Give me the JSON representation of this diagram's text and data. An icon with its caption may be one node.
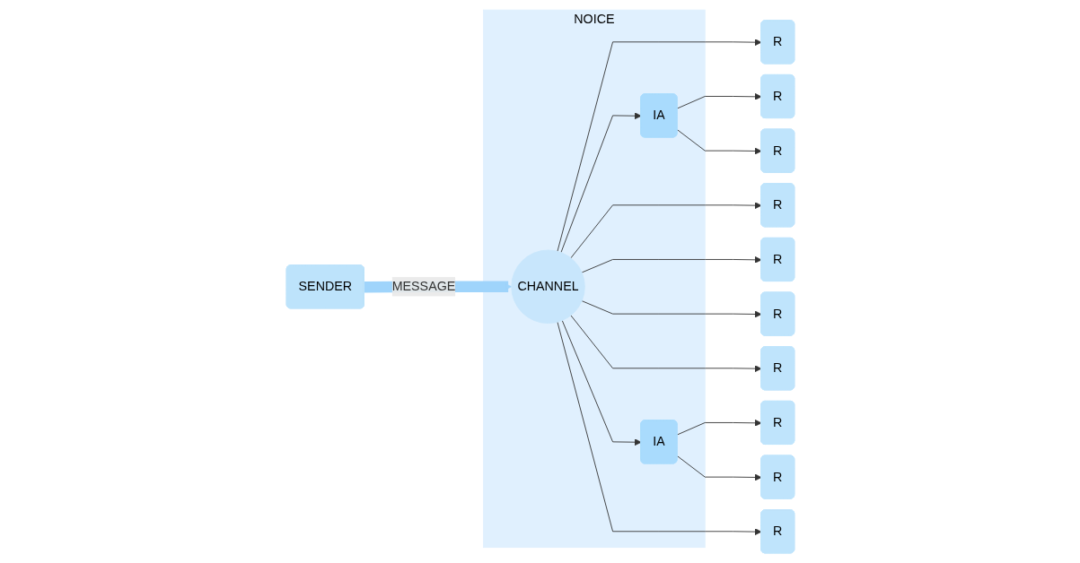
{
  "diagram": {
    "nodes": [
      {
        "text": [
          "SENDER"
        ]
      },
      {
        "text": [
          "NOICE"
        ]
      },
      {
        "text": [
          "CHANNEL"
        ],
        "in": 1
      },
      {
        "text": [
          "IA"
        ],
        "in": 1
      },
      {
        "text": [
          "IA"
        ],
        "in": 1
      },
      {
        "text": [
          "R"
        ]
      },
      {
        "text": [
          "R"
        ]
      },
      {
        "text": [
          "R"
        ]
      },
      {
        "text": [
          "R"
        ]
      },
      {
        "text": [
          "R"
        ]
      },
      {
        "text": [
          "R"
        ]
      },
      {
        "text": [
          "R"
        ]
      },
      {
        "text": [
          "R"
        ]
      },
      {
        "text": [
          "R"
        ]
      },
      {
        "text": [
          "R"
        ]
      }
    ],
    "edges": [
      {
        "from": 0,
        "to": 2,
        "arrow": "to",
        "label": "MESSAGE",
        "style": "thick",
        "color": "#9fd4fb"
      },
      {
        "from": 2,
        "to": 5,
        "arrow": "to"
      },
      {
        "from": 2,
        "to": 3,
        "arrow": "to"
      },
      {
        "from": 3,
        "to": 6,
        "arrow": "to"
      },
      {
        "from": 3,
        "to": 7,
        "arrow": "to"
      },
      {
        "from": 2,
        "to": 8,
        "arrow": "to"
      },
      {
        "from": 2,
        "to": 9,
        "arrow": "to"
      },
      {
        "from": 2,
        "to": 10,
        "arrow": "to"
      },
      {
        "from": 2,
        "to": 11,
        "arrow": "to"
      },
      {
        "from": 2,
        "to": 4,
        "arrow": "to"
      },
      {
        "from": 4,
        "to": 12,
        "arrow": "to"
      },
      {
        "from": 4,
        "to": 13,
        "arrow": "to"
      },
      {
        "from": 2,
        "to": 14,
        "arrow": "to"
      }
    ]
  }
}
